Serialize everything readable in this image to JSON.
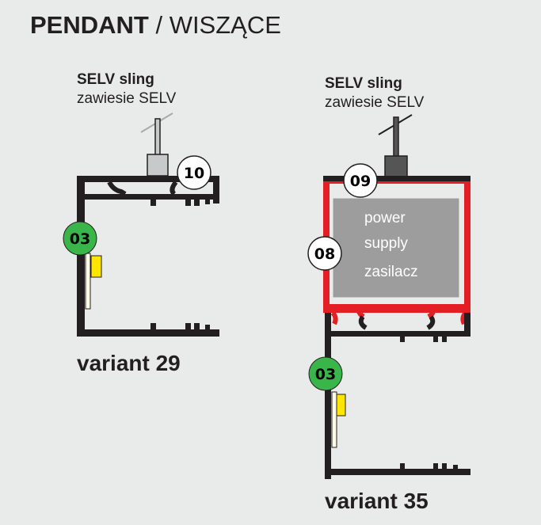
{
  "title": {
    "bold": "PENDANT",
    "separator": " / ",
    "rest": "WISZĄCE"
  },
  "variant29": {
    "sling_label": "SELV sling",
    "sling_label_pl": "zawiesie SELV",
    "badge_top": "10",
    "badge_side": "03",
    "name": "variant 29"
  },
  "variant35": {
    "sling_label": "SELV sling",
    "sling_label_pl": "zawiesie SELV",
    "badge_top": "09",
    "badge_side": "08",
    "badge_lower": "03",
    "power_supply": [
      "power",
      "supply",
      "zasilacz"
    ],
    "name": "variant 35"
  },
  "colors": {
    "profile": "#231f20",
    "red": "#e31e24",
    "green": "#39b54a",
    "yellow": "#ffe600",
    "psu": "#9d9d9d"
  }
}
